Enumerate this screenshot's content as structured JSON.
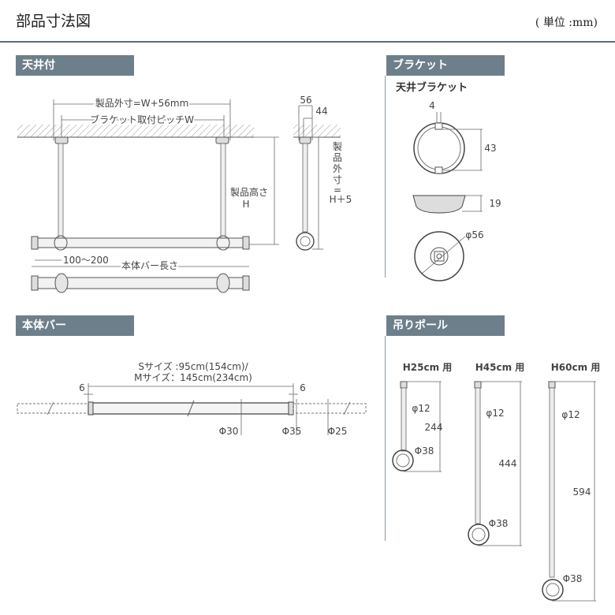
{
  "header": {
    "title": "部品寸法図",
    "unit": "( 単位 :mm)"
  },
  "sections": {
    "ceiling": "天井付",
    "bracket": "ブラケット",
    "bar": "本体バー",
    "pole": "吊りポール"
  },
  "ceiling": {
    "outer_width": "製品外寸=W+56mm",
    "pitch": "ブラケット取付ピッチW",
    "height_label_1": "製品高さ",
    "height_label_2": "H",
    "overhang": "100～200",
    "bar_length": "本体バー長さ",
    "side_56": "56",
    "side_44": "44",
    "side_vertical": [
      "製",
      "品",
      "外",
      "寸",
      "="
    ],
    "side_h5": "H＋5"
  },
  "bracket": {
    "subtitle": "天井ブラケット",
    "dim_4": "4",
    "dim_43": "43",
    "dim_19": "19",
    "dim_56": "φ56"
  },
  "bar": {
    "size_s": "Sサイズ :95cm(154cm)/",
    "size_m": "Mサイズ：145cm(234cm)",
    "end_left": "6",
    "end_right": "6",
    "d30": "Φ30",
    "d35": "Φ35",
    "d25": "Φ25"
  },
  "pole": {
    "h25": "H25cm 用",
    "h45": "H45cm 用",
    "h60": "H60cm 用",
    "shaft": "φ12",
    "ring": "Φ38",
    "len25": "244",
    "len45": "444",
    "len60": "594"
  }
}
